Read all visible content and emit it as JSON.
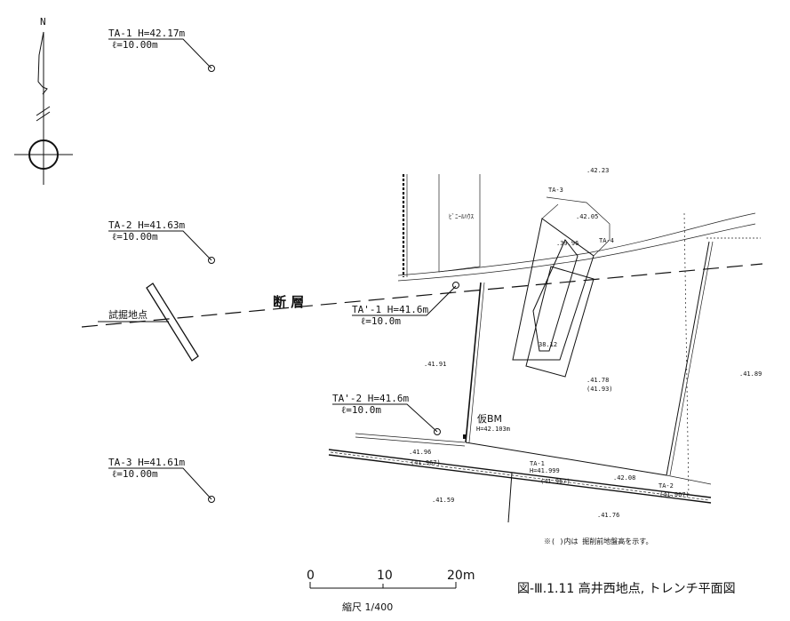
{
  "north": {
    "label": "N"
  },
  "boreholes": [
    {
      "id": "ta1",
      "h": "TA-1 H=42.17m",
      "l": "ℓ=10.00m"
    },
    {
      "id": "ta2",
      "h": "TA-2 H=41.63m",
      "l": "ℓ=10.00m"
    },
    {
      "id": "ta3",
      "h": "TA-3 H=41.61m",
      "l": "ℓ=10.00m"
    },
    {
      "id": "tap1",
      "h": "TA'-1  H=41.6m",
      "l": "ℓ=10.0m"
    },
    {
      "id": "tap2",
      "h": "TA'-2  H=41.6m",
      "l": "ℓ=10.0m"
    }
  ],
  "fault_label": "断 層",
  "test_site_label": "試掘地点",
  "benchmark": {
    "label": "仮BM",
    "value": "H=42.103m"
  },
  "spot_labels": {
    "ta3": "TA-3",
    "ta4": "TA-4",
    "ta1": "TA-1",
    "ta1_h": "H=41.999",
    "ta2": "TA-2",
    "vinyl": "ﾋﾞﾆｰﾙﾊｳｽ"
  },
  "elevations": {
    "e4223": ".42.23",
    "e4205": ".42.05",
    "e3996": ".39.96",
    "e3812": "38.12",
    "e4191": ".41.91",
    "e4178": ".41.78",
    "e4193": "(41.93)",
    "e4189": ".41.89",
    "e4196": ".41.96",
    "e4208": ".42.08",
    "e4159": ".41.59",
    "e4176": ".41.76",
    "r1": "(41.967)",
    "r2": "(41.967)",
    "r3": "(41.967)"
  },
  "note": "※( )内は 掘削前地盤高を示す。",
  "scale": {
    "zero": "0",
    "ten": "10",
    "twenty": "20m",
    "label": "縮尺  1/400"
  },
  "caption": "図-Ⅲ.1.11 高井西地点, トレンチ平面図"
}
